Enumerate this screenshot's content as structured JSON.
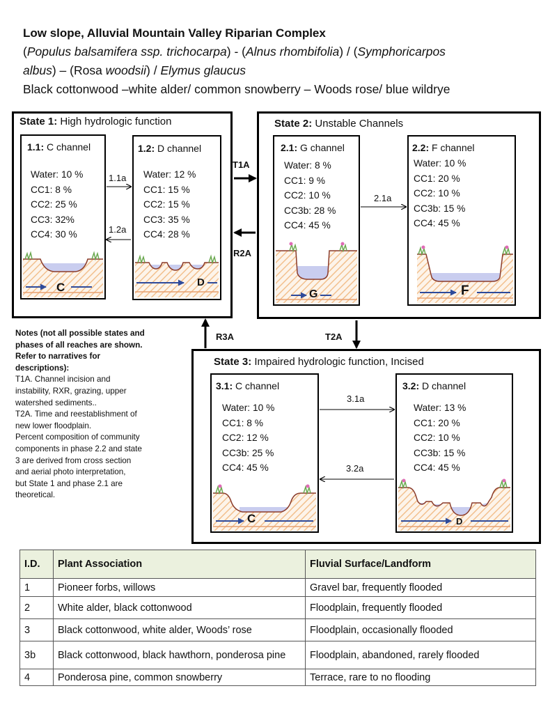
{
  "header": {
    "title": "Low slope, Alluvial Mountain Valley Riparian Complex",
    "line2_parts": [
      "(",
      "Populus balsamifera ssp. trichocarpa",
      ") - (",
      "Alnus rhombifolia",
      ") / (",
      "Symphoricarpos"
    ],
    "line3_parts": [
      "albus",
      ") – (Rosa ",
      "woodsii",
      ") / ",
      "Elymus glaucus"
    ],
    "line4": "Black cottonwood –white alder/ common snowberry – Woods rose/ blue wildrye"
  },
  "states": {
    "s1": {
      "bold": "State 1:",
      "rest": " High hydrologic function"
    },
    "s2": {
      "bold": "State 2:",
      "rest": " Unstable Channels"
    },
    "s3": {
      "bold": "State 3:",
      "rest": " Impaired hydrologic function,  Incised"
    }
  },
  "phases": {
    "p11": {
      "bold": "1.1:",
      "rest": " C channel",
      "values": [
        "Water: 10 %",
        "CC1: 8 %",
        "CC2: 25 %",
        "CC3: 32%",
        "CC4: 30 %"
      ],
      "channel_letter": "C"
    },
    "p12": {
      "bold": "1.2:",
      "rest": " D channel",
      "values": [
        "Water: 12 %",
        "CC1: 15 %",
        "CC2: 15 %",
        "CC3: 35 %",
        "CC4: 28 %"
      ],
      "channel_letter": "D"
    },
    "p21": {
      "bold": "2.1:",
      "rest": " G channel",
      "values": [
        "Water: 8 %",
        "CC1: 9 %",
        "CC2: 10 %",
        "CC3b:  28 %",
        "CC4:  45 %"
      ],
      "channel_letter": "G"
    },
    "p22": {
      "bold": "2.2:",
      "rest": " F channel",
      "values": [
        "Water: 10 %",
        "CC1: 20 %",
        "CC2: 10 %",
        "CC3b: 15 %",
        "CC4: 45 %"
      ],
      "channel_letter": "F"
    },
    "p31": {
      "bold": "3.1:",
      "rest": " C channel",
      "values": [
        "Water: 10 %",
        "CC1: 8 %",
        "CC2: 12 %",
        "CC3b: 25 %",
        "CC4:  45 %"
      ],
      "channel_letter": "C"
    },
    "p32": {
      "bold": "3.2:",
      "rest": " D channel",
      "values": [
        "Water: 13 %",
        "CC1: 20 %",
        "CC2: 10 %",
        "CC3b: 15 %",
        "CC4: 45 %"
      ],
      "channel_letter": "D"
    }
  },
  "transitions": {
    "t11a": "1.1a",
    "t12a": "1.2a",
    "t21a": "2.1a",
    "t31a": "3.1a",
    "t32a": "3.2a",
    "T1A": "T1A",
    "R2A": "R2A",
    "R3A": "R3A",
    "T2A": "T2A"
  },
  "notes": {
    "title_lines": [
      "Notes (not all possible states and",
      "phases of all  reaches are shown.",
      "Refer to narratives for",
      "descriptions):"
    ],
    "body_lines": [
      "T1A. Channel incision and",
      "instability, RXR, grazing, upper",
      "watershed sediments..",
      "T2A. Time and reestablishment of",
      "new lower floodplain.",
      "Percent composition of community",
      "components  in phase 2.2 and state",
      "3  are  derived from cross section",
      "and aerial photo interpretation,",
      "but State  1 and phase 2.1 are",
      "theoretical."
    ]
  },
  "legend_table": {
    "headers": [
      "I.D.",
      "Plant Association",
      "Fluvial Surface/Landform"
    ],
    "rows": [
      [
        "1",
        "Pioneer forbs, willows",
        "Gravel bar, frequently flooded"
      ],
      [
        "2",
        "White alder, black cottonwood",
        "Floodplain, frequently flooded"
      ],
      [
        "3",
        "Black cottonwood,  white alder, Woods’ rose",
        "Floodplain, occasionally flooded"
      ],
      [
        "3b",
        "Black cottonwood, black hawthorn, ponderosa pine",
        "Floodplain, abandoned, rarely flooded"
      ],
      [
        "4",
        "Ponderosa pine, common snowberry",
        "Terrace, rare to no flooding"
      ]
    ]
  },
  "colors": {
    "water": "#c9cdef",
    "hatch": "#f4c99a",
    "flow_arrow": "#2e4a9a",
    "bank": "#8a3b2a",
    "grass": "#6aa84f",
    "flower": "#e06bb6"
  }
}
